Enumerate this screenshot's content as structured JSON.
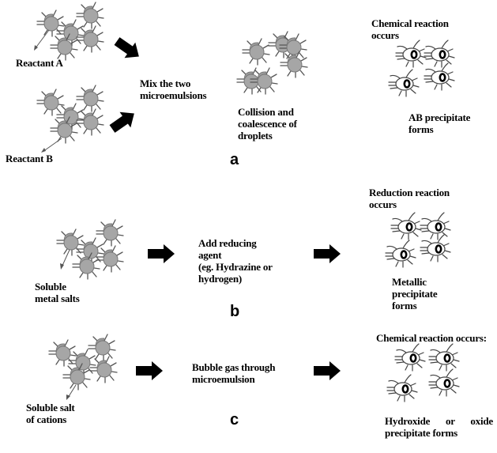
{
  "panels": {
    "a": {
      "label": "a",
      "reactant_a": "Reactant A",
      "reactant_b": "Reactant B",
      "step": "Mix the two\nmicroemulsions",
      "intermediate": "Collision and\ncoalescence of\ndroplets",
      "reaction": "Chemical reaction\noccurs",
      "result": "AB precipitate\nforms"
    },
    "b": {
      "label": "b",
      "start": "Soluble\nmetal salts",
      "step": "Add reducing\nagent\n(eg. Hydrazine or\nhydrogen)",
      "reaction": "Reduction reaction\noccurs",
      "result": "Metallic\nprecipitate\nforms"
    },
    "c": {
      "label": "c",
      "start": "Soluble salt\nof cations",
      "step": "Bubble gas through\nmicroemulsion",
      "reaction": "Chemical reaction occurs:",
      "result": "Hydroxide or oxide precipitate forms"
    }
  },
  "colors": {
    "droplet_fill": "#a6a6a6",
    "droplet_stroke": "#555555",
    "arrow": "#000000",
    "text": "#000000"
  },
  "icons": {
    "reverse_micelle": "reverse-micelle-droplet",
    "precipitate_micelle": "micelle-with-precipitate",
    "process_arrow": "block-arrow-right"
  }
}
